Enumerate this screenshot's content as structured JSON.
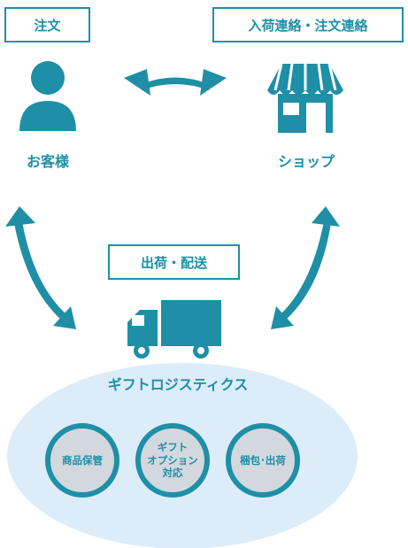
{
  "labels": {
    "order": "注文",
    "stock_contact": "入荷連絡・注文連絡",
    "customer": "お客様",
    "shop": "ショップ",
    "ship": "出荷・配送",
    "logistics": "ギフトロジスティクス"
  },
  "services": [
    "商品保管",
    "ギフト\nオプション\n対応",
    "梱包･出荷"
  ],
  "colors": {
    "accent": "#1e8fa6",
    "ellipse": "#dcecf9",
    "circle_fill": "#d3d8de"
  },
  "icons": [
    "person-icon",
    "shop-icon",
    "truck-icon",
    "double-arrow-icon"
  ]
}
